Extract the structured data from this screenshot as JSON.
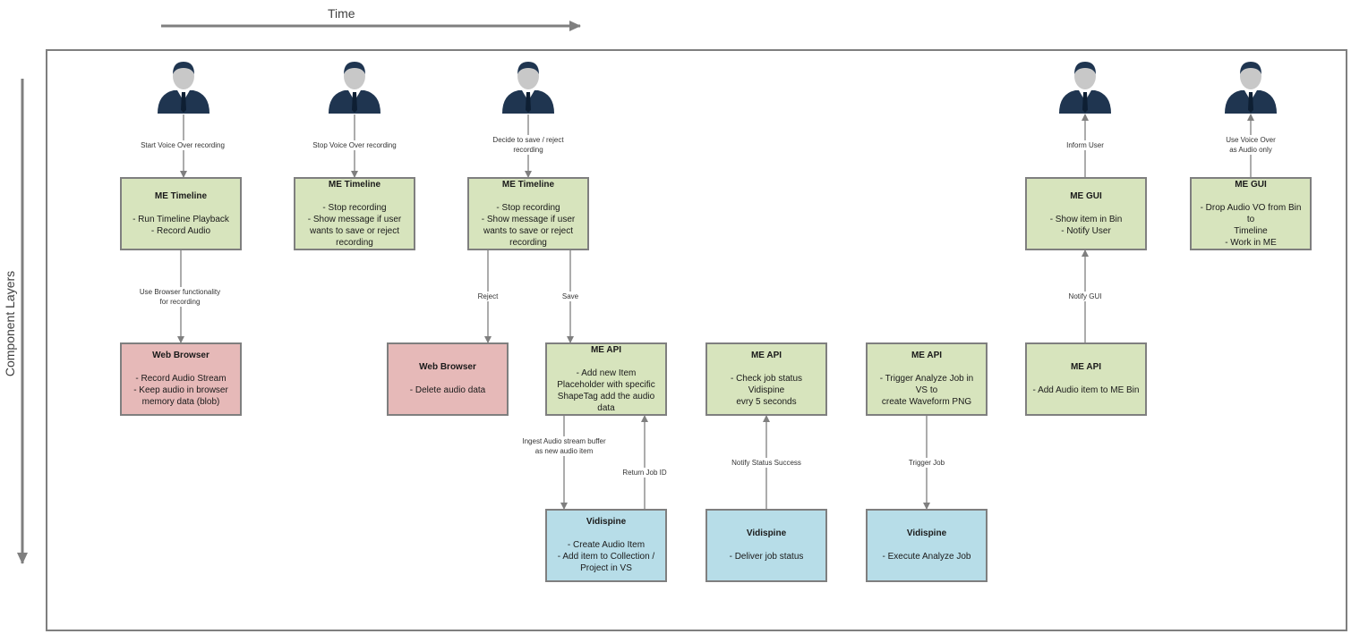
{
  "axes": {
    "time_label": "Time",
    "layers_label": "Component Layers"
  },
  "boxes": [
    {
      "id": "me-timeline-start",
      "color": "green",
      "title": "ME Timeline",
      "lines": [
        "- Run Timeline Playback",
        "- Record Audio"
      ]
    },
    {
      "id": "me-timeline-stop",
      "color": "green",
      "title": "ME Timeline",
      "lines": [
        "- Stop recording",
        "- Show message if user",
        "wants to save or reject",
        "recording"
      ]
    },
    {
      "id": "me-timeline-decide",
      "color": "green",
      "title": "ME Timeline",
      "lines": [
        "- Stop recording",
        "- Show message if user",
        "wants to save or reject",
        "recording"
      ]
    },
    {
      "id": "me-gui-inform",
      "color": "green",
      "title": "ME GUI",
      "lines": [
        "- Show item in Bin",
        "- Notify User"
      ]
    },
    {
      "id": "me-gui-use",
      "color": "green",
      "title": "ME GUI",
      "lines": [
        "- Drop Audio VO from Bin to",
        "Timeline",
        "- Work in ME"
      ]
    },
    {
      "id": "web-browser-record",
      "color": "red",
      "title": "Web Browser",
      "lines": [
        "- Record Audio Stream",
        "- Keep audio in browser",
        "memory data (blob)"
      ]
    },
    {
      "id": "web-browser-delete",
      "color": "red",
      "title": "Web Browser",
      "lines": [
        "- Delete audio data"
      ]
    },
    {
      "id": "me-api-add",
      "color": "green",
      "title": "ME API",
      "lines": [
        "- Add new Item",
        "Placeholder with specific",
        "ShapeTag  add the audio",
        "data"
      ]
    },
    {
      "id": "me-api-check",
      "color": "green",
      "title": "ME API",
      "lines": [
        "- Check job status Vidispine",
        "evry 5 seconds"
      ]
    },
    {
      "id": "me-api-trigger",
      "color": "green",
      "title": "ME API",
      "lines": [
        "- Trigger Analyze Job in VS to",
        "create Waveform PNG"
      ]
    },
    {
      "id": "me-api-bin",
      "color": "green",
      "title": "ME API",
      "lines": [
        "- Add Audio item to ME Bin"
      ]
    },
    {
      "id": "vidispine-create",
      "color": "blue",
      "title": "Vidispine",
      "lines": [
        "- Create Audio Item",
        "- Add item to Collection /",
        "Project in VS"
      ]
    },
    {
      "id": "vidispine-deliver",
      "color": "blue",
      "title": "Vidispine",
      "lines": [
        "- Deliver job status"
      ]
    },
    {
      "id": "vidispine-execute",
      "color": "blue",
      "title": "Vidispine",
      "lines": [
        "- Execute Analyze Job"
      ]
    }
  ],
  "connectors": [
    {
      "id": "start-vo",
      "lines": [
        "Start Voice Over recording"
      ]
    },
    {
      "id": "stop-vo",
      "lines": [
        "Stop Voice Over recording"
      ]
    },
    {
      "id": "decide",
      "lines": [
        "Decide to save / reject",
        "recording"
      ]
    },
    {
      "id": "inform-user",
      "lines": [
        "Inform User"
      ]
    },
    {
      "id": "use-vo",
      "lines": [
        "Use Voice Over",
        "as Audio only"
      ]
    },
    {
      "id": "use-browser",
      "lines": [
        "Use Browser functionality",
        "for recording"
      ]
    },
    {
      "id": "reject",
      "lines": [
        "Reject"
      ]
    },
    {
      "id": "save",
      "lines": [
        "Save"
      ]
    },
    {
      "id": "notify-gui",
      "lines": [
        "Notify GUI"
      ]
    },
    {
      "id": "ingest",
      "lines": [
        "Ingest Audio stream buffer",
        "as new audio item"
      ]
    },
    {
      "id": "return-job",
      "lines": [
        "Return Job ID"
      ]
    },
    {
      "id": "notify-status",
      "lines": [
        "Notify Status Success"
      ]
    },
    {
      "id": "trigger-job",
      "lines": [
        "Trigger Job"
      ]
    }
  ],
  "colors": {
    "green": "#d7e4bd",
    "red": "#e6b9b8",
    "blue": "#b7dde8",
    "border": "#7f7f7f",
    "arrow": "#7f7f7f",
    "person": "#1f3550",
    "person_head": "#c8c8c8"
  }
}
